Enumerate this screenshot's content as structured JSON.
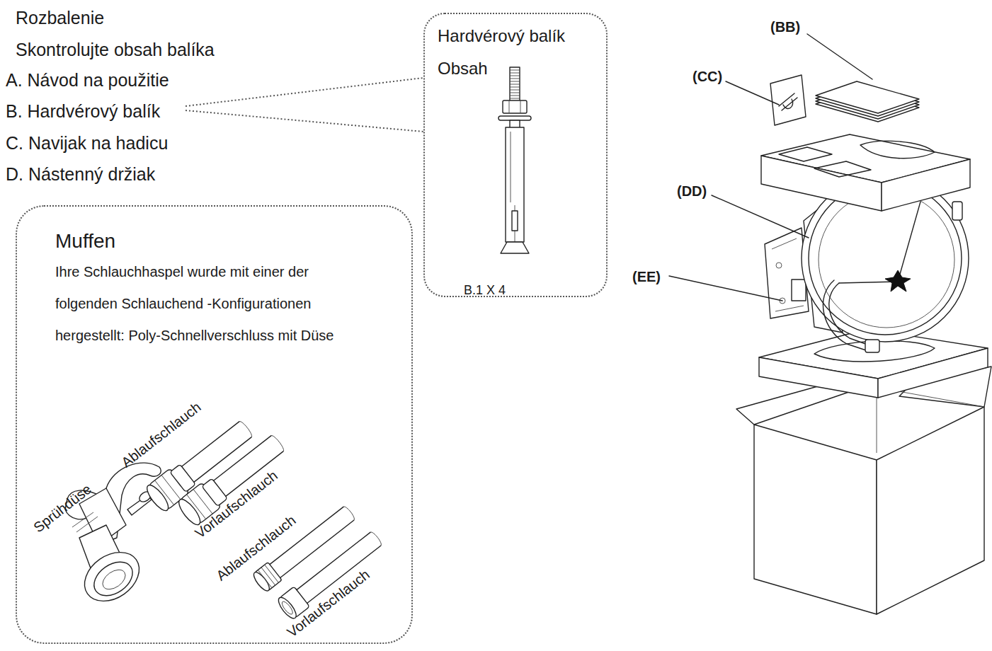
{
  "diagram": {
    "title": "Rozbalenie",
    "nodes": [
      {
        "text": [
          "Hardvérový balík",
          "Obsah",
          "B.1 X 4"
        ]
      },
      {
        "text": [
          "Muffen",
          "Ihre Schlauchhaspel wurde mit einer der folgenden Schlauchend -Konfigurationen hergestellt: Poly-Schnellverschluss mit Düse",
          "Sprühdüse",
          "Ablaufschlauch",
          "Vorlaufschlauch",
          "Ablaufschlauch",
          "Vorlaufschlauch"
        ]
      }
    ],
    "labels": [
      "Skontrolujte obsah balíka",
      "A. Návod na použitie",
      "B. Hardvérový balík",
      "C. Navijak na hadicu",
      "D. Nástenný držiak",
      "(BB)",
      "(CC)",
      "(DD)",
      "(EE)"
    ]
  }
}
